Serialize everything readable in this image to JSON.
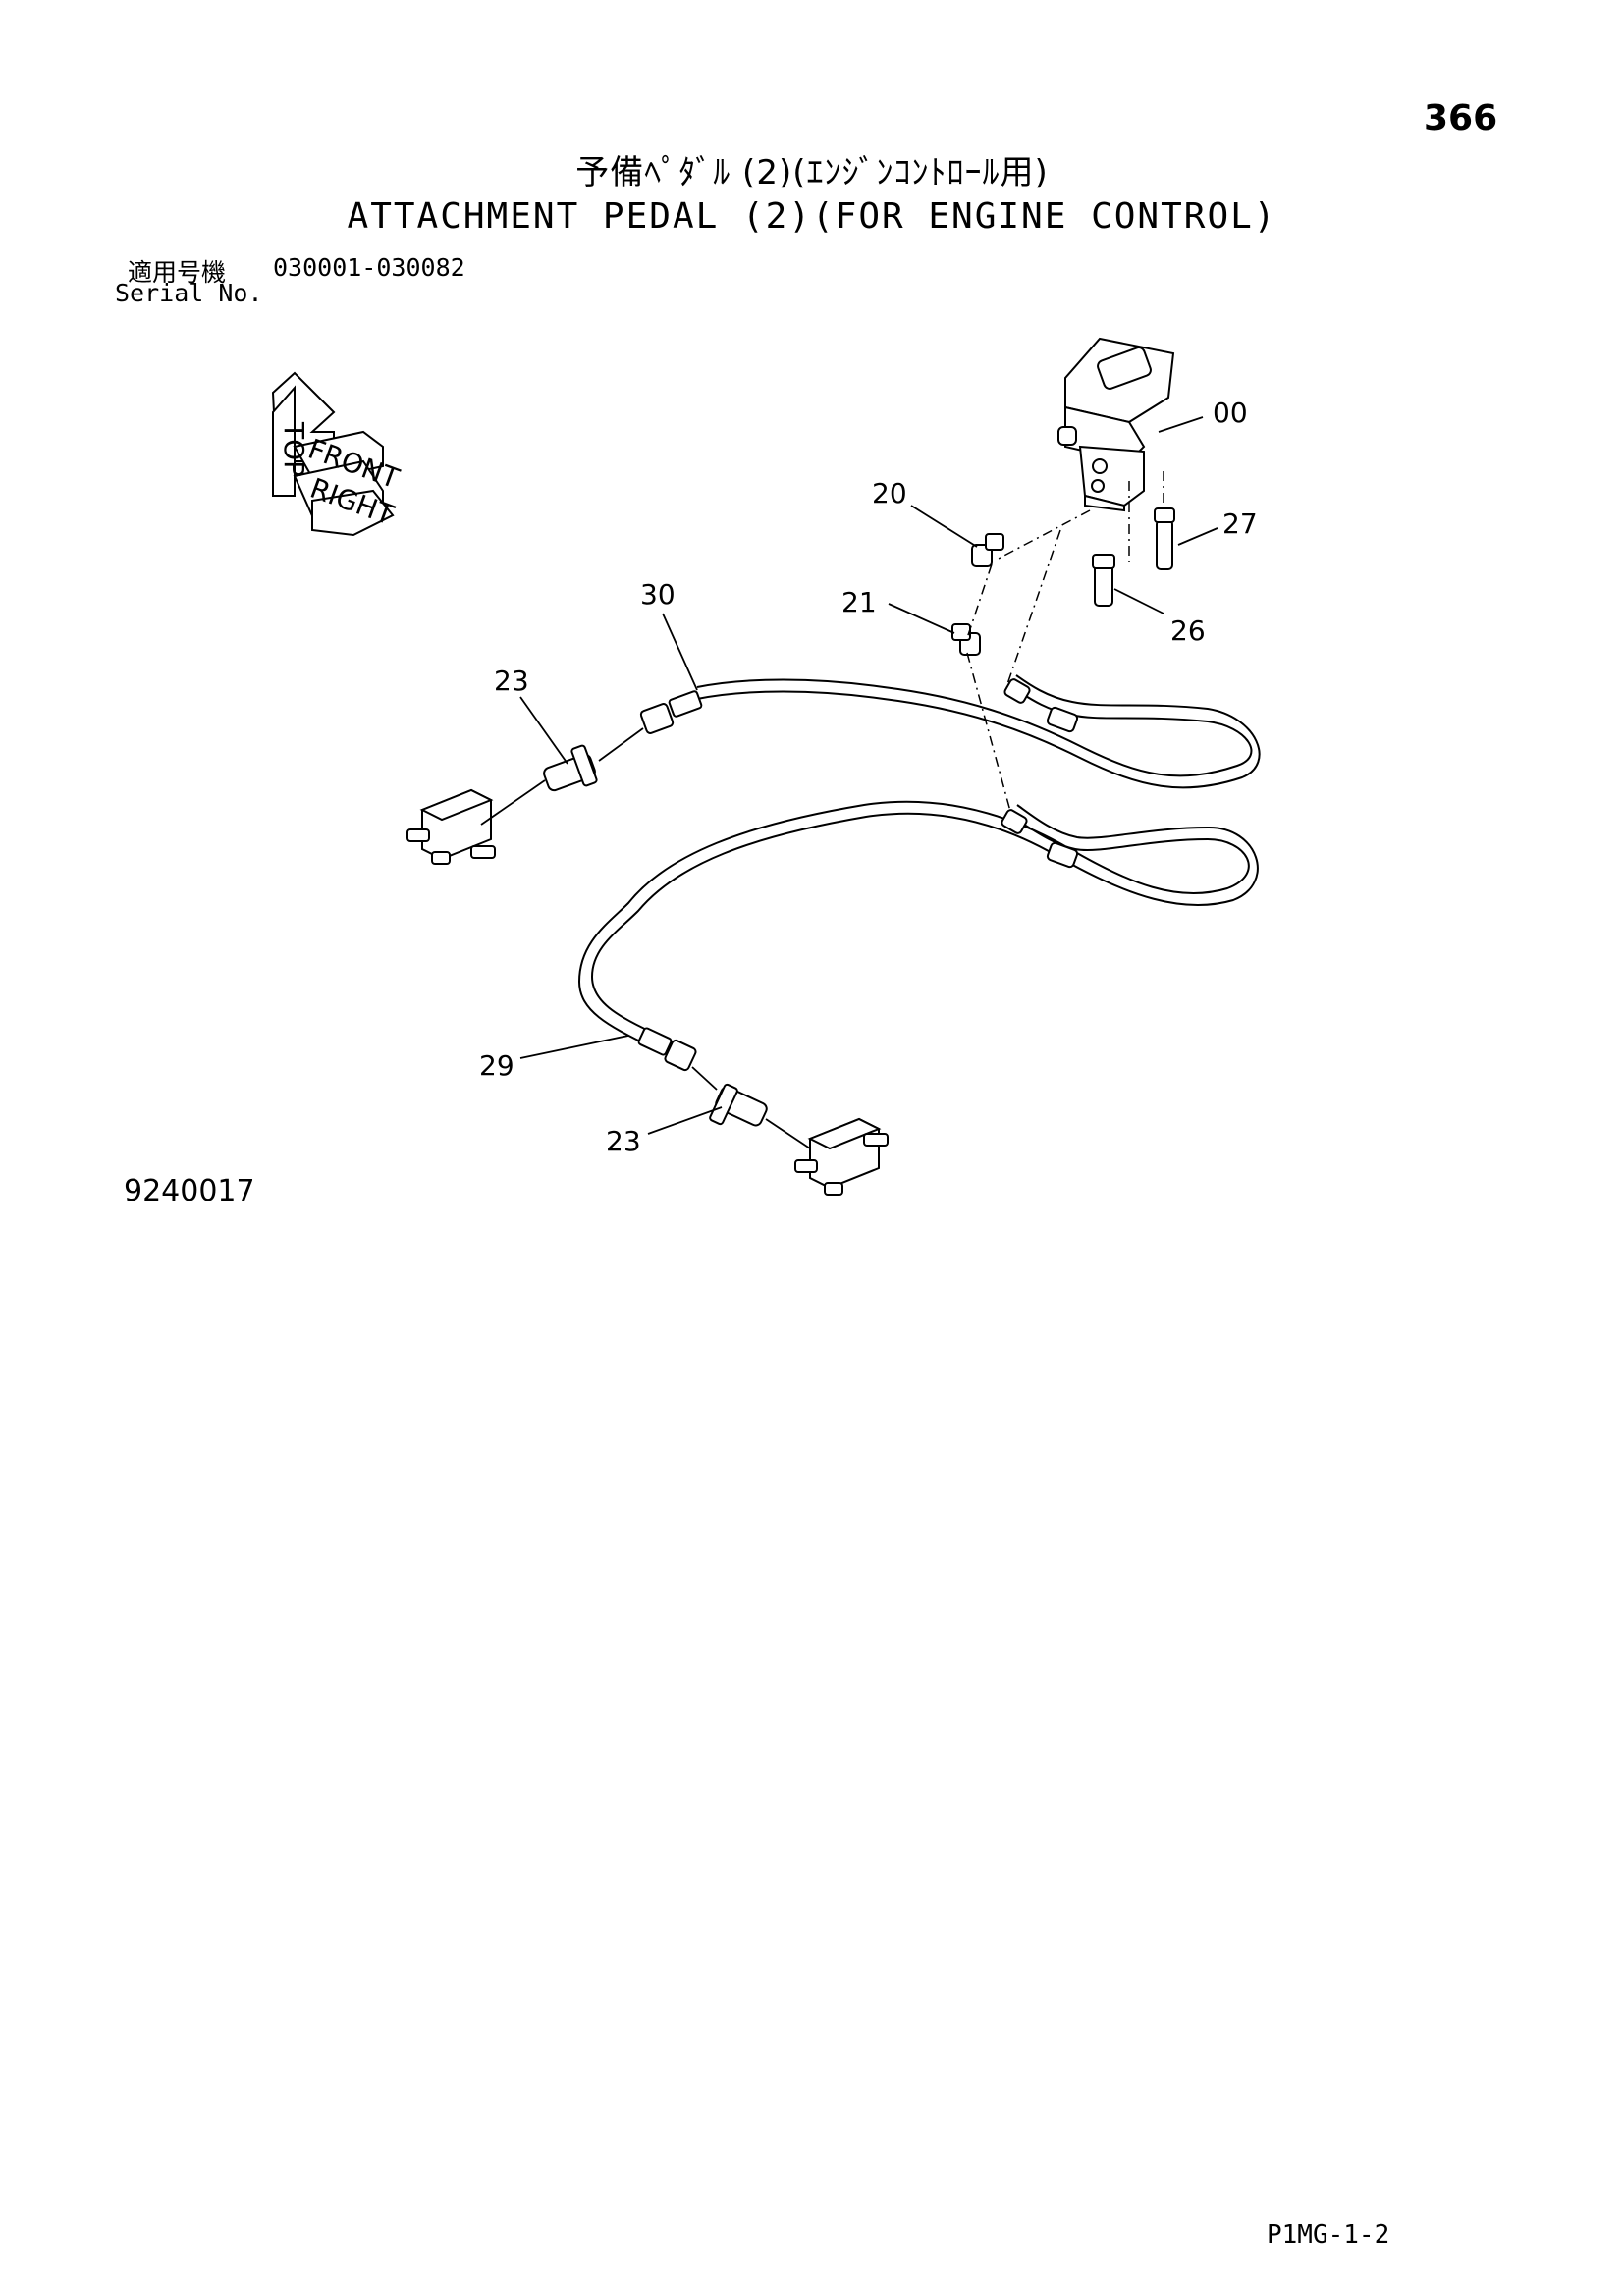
{
  "header": {
    "page_number": "366",
    "title_jp": "予備ﾍﾟﾀﾞﾙ (2)(ｴﾝｼﾞﾝｺﾝﾄﾛｰﾙ用)",
    "title_en": "ATTACHMENT PEDAL (2)(FOR ENGINE CONTROL)",
    "serial_label_jp": "適用号機",
    "serial_range": "030001-030082",
    "serial_label_en": "Serial No."
  },
  "compass": {
    "top": "TOP",
    "front": "FRONT",
    "right": "RIGHT"
  },
  "callouts": [
    "00",
    "20",
    "27",
    "21",
    "26",
    "30",
    "23",
    "29",
    "23"
  ],
  "footer": {
    "drawing_number": "9240017",
    "page_code": "P1MG-1-2"
  }
}
